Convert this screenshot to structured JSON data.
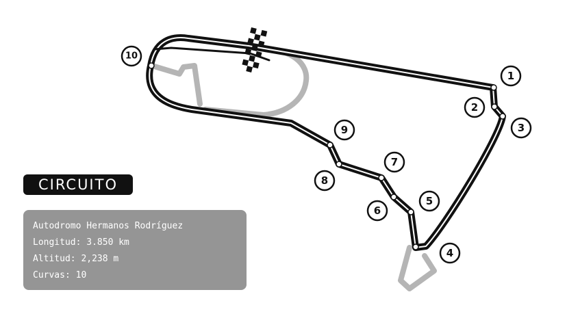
{
  "circuit_title": "CIRCUITO",
  "info": {
    "name": "Autodromo Hermanos Rodríguez",
    "length": "Longitud: 3.850 km",
    "altitude": "Altitud: 2,238 m",
    "corners": "Curvas: 10"
  },
  "turns": [
    "1",
    "2",
    "3",
    "4",
    "5",
    "6",
    "7",
    "8",
    "9",
    "10"
  ],
  "colors": {
    "track": "#111111",
    "old_track": "#b5b5b5",
    "panel": "#959595",
    "badge": "#111111"
  }
}
